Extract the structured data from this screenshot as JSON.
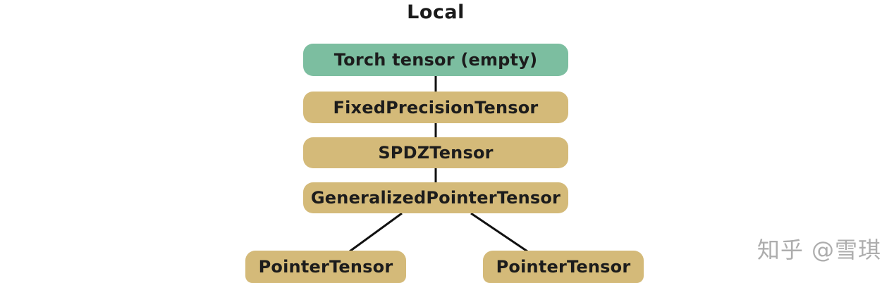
{
  "title": "Local",
  "watermark": "知乎 @雪琪",
  "colors": {
    "green_box": "#7cbea0",
    "tan_box": "#d4ba79",
    "connector": "#111111",
    "text": "#1c1c1c",
    "watermark": "#adadad"
  },
  "nodes": {
    "torch": {
      "label": "Torch tensor (empty)"
    },
    "fixed": {
      "label": "FixedPrecisionTensor"
    },
    "spdz": {
      "label": "SPDZTensor"
    },
    "generalized": {
      "label": "GeneralizedPointerTensor"
    },
    "pointer_left": {
      "label": "PointerTensor"
    },
    "pointer_right": {
      "label": "PointerTensor"
    }
  }
}
